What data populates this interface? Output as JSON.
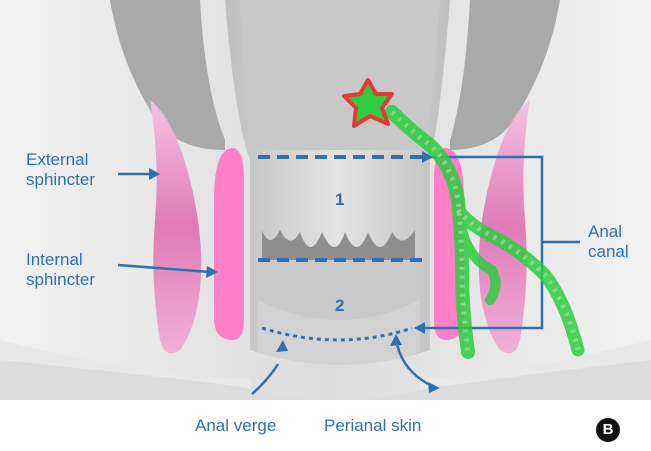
{
  "labels": {
    "external_sphincter": [
      "External",
      "sphincter"
    ],
    "internal_sphincter": [
      "Internal",
      "sphincter"
    ],
    "anal_canal": [
      "Anal",
      "canal"
    ],
    "anal_verge": "Anal verge",
    "perianal_skin": "Perianal skin",
    "zone_1": "1",
    "zone_2": "2",
    "panel": "B"
  },
  "colors": {
    "label_blue": "#2f6fb3",
    "sphincter_pink": "#e98ac4",
    "internal_pink": "#ff7fc8",
    "tumor_red": "#e53935",
    "fistula_green": "#2ecc40",
    "tissue_gray": "#c9c9c9"
  }
}
